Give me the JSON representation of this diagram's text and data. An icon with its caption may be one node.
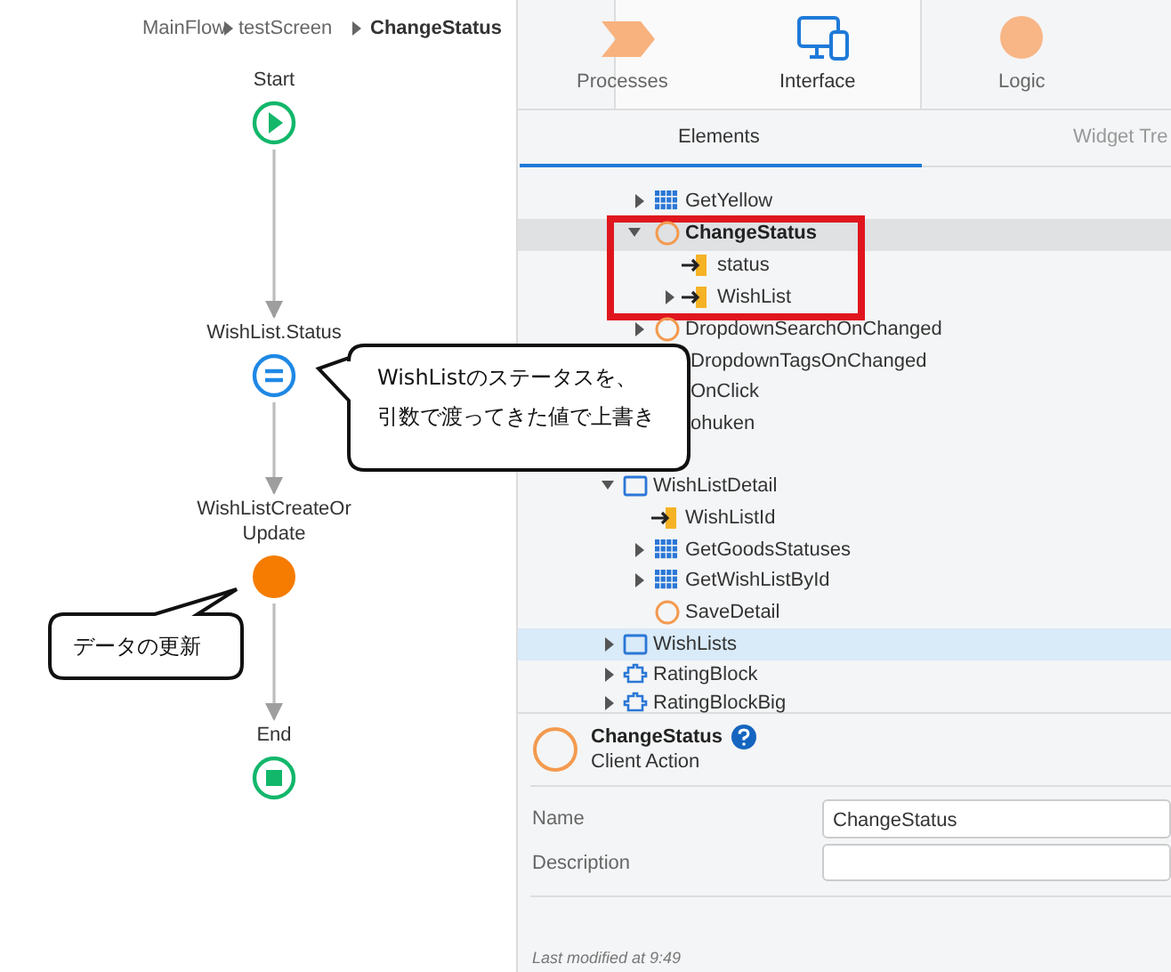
{
  "diagram": {
    "nodes": [
      {
        "text": [
          "Start"
        ]
      },
      {
        "text": [
          "WishList.Status"
        ]
      },
      {
        "text": [
          "WishListCreateOr Update"
        ]
      },
      {
        "text": [
          "End"
        ]
      },
      {
        "text": [
          "WishListのステータスを、引数で渡ってきた値で上書き"
        ]
      },
      {
        "text": [
          "データの更新"
        ]
      }
    ],
    "edges": [
      {
        "from": 0,
        "to": 1,
        "arrow": "to"
      },
      {
        "from": 1,
        "to": 2,
        "arrow": "to"
      },
      {
        "from": 2,
        "to": 3,
        "arrow": "to"
      }
    ],
    "labels": [
      "MainFlow",
      "testScreen",
      "ChangeStatus",
      "Processes",
      "Interface",
      "Logic",
      "Elements",
      "Widget Tre",
      "GetYellow",
      "ChangeStatus",
      "status",
      "WishList",
      "DropdownSearchOnChanged",
      "DropdownTagsOnChanged",
      "OnClick",
      "ohuken",
      "WishListDetail",
      "WishListId",
      "GetGoodsStatuses",
      "GetWishListById",
      "SaveDetail",
      "WishLists",
      "RatingBlock",
      "RatingBlockBig",
      "ChangeStatus",
      "Client Action",
      "Name",
      "ChangeStatus",
      "Description",
      "Last modified at 9:49"
    ]
  }
}
